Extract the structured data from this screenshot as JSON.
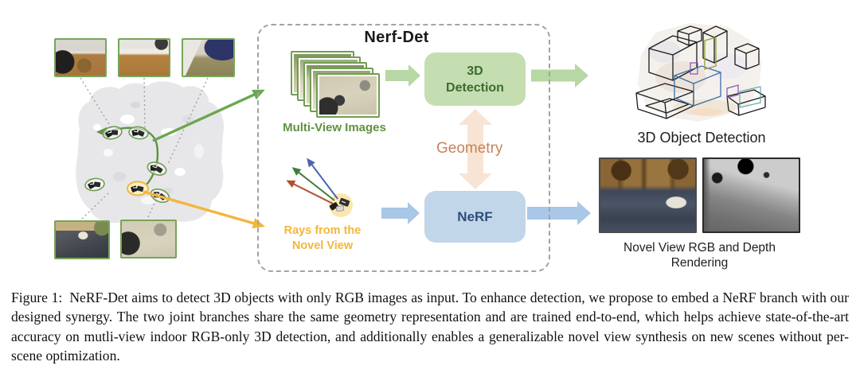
{
  "diagram": {
    "title": "Nerf-Det",
    "multi_view_label": "Multi-View Images",
    "rays_label_line1": "Rays from the",
    "rays_label_line2": "Novel View",
    "detection_box_line1": "3D",
    "detection_box_line2": "Detection",
    "geometry_label": "Geometry",
    "nerf_box_label": "NeRF",
    "output_detection_label": "3D Object Detection",
    "output_render_line1": "Novel View RGB and Depth",
    "output_render_line2": "Rendering",
    "colors": {
      "detection_box_bg": "#c4deb2",
      "detection_text": "#3d6b2e",
      "nerf_box_bg": "#c2d6ea",
      "nerf_text": "#2c4d7d",
      "geometry_arrow_fill": "#f8e4d4",
      "geometry_text": "#c8825a",
      "green_arrow": "#6aa84f",
      "pale_green_arrow": "#b7d7a4",
      "blue_arrow": "#a9c7e6",
      "yellow_accent": "#f2b63b",
      "multi_view_text": "#5f9140",
      "thumbnail_border": "#76a55a",
      "dashed_border": "#a3a3a3"
    }
  },
  "caption": {
    "prefix": "Figure 1:",
    "body": "NeRF-Det aims to detect 3D objects with only RGB images as input. To enhance detection, we propose to embed a NeRF branch with our designed synergy. The two joint branches share the same geometry representation and are trained end-to-end, which helps achieve state-of-the-art accuracy on mutli-view indoor RGB-only 3D detection, and additionally enables a generalizable novel view synthesis on new scenes without per-scene optimization."
  }
}
